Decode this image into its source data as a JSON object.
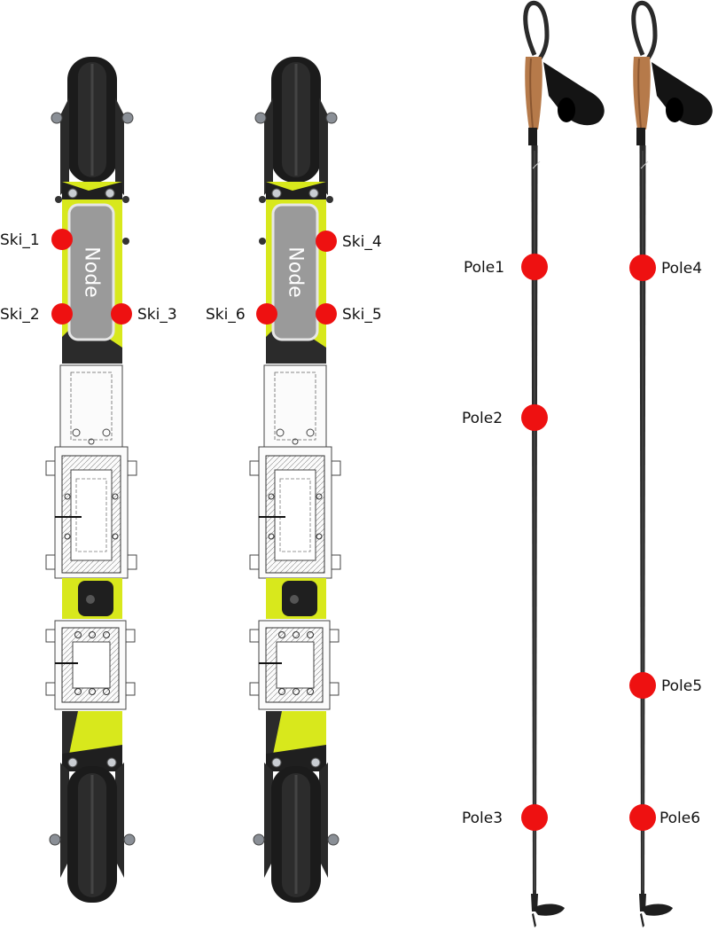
{
  "node_label": "Node",
  "marker_color": "#ee1111",
  "ski_frame_color": "#d8e81c",
  "sensors": {
    "ski_1": "Ski_1",
    "ski_2": "Ski_2",
    "ski_3": "Ski_3",
    "ski_4": "Ski_4",
    "ski_5": "Ski_5",
    "ski_6": "Ski_6",
    "pole_1": "Pole1",
    "pole_2": "Pole2",
    "pole_3": "Pole3",
    "pole_4": "Pole4",
    "pole_5": "Pole5",
    "pole_6": "Pole6"
  }
}
